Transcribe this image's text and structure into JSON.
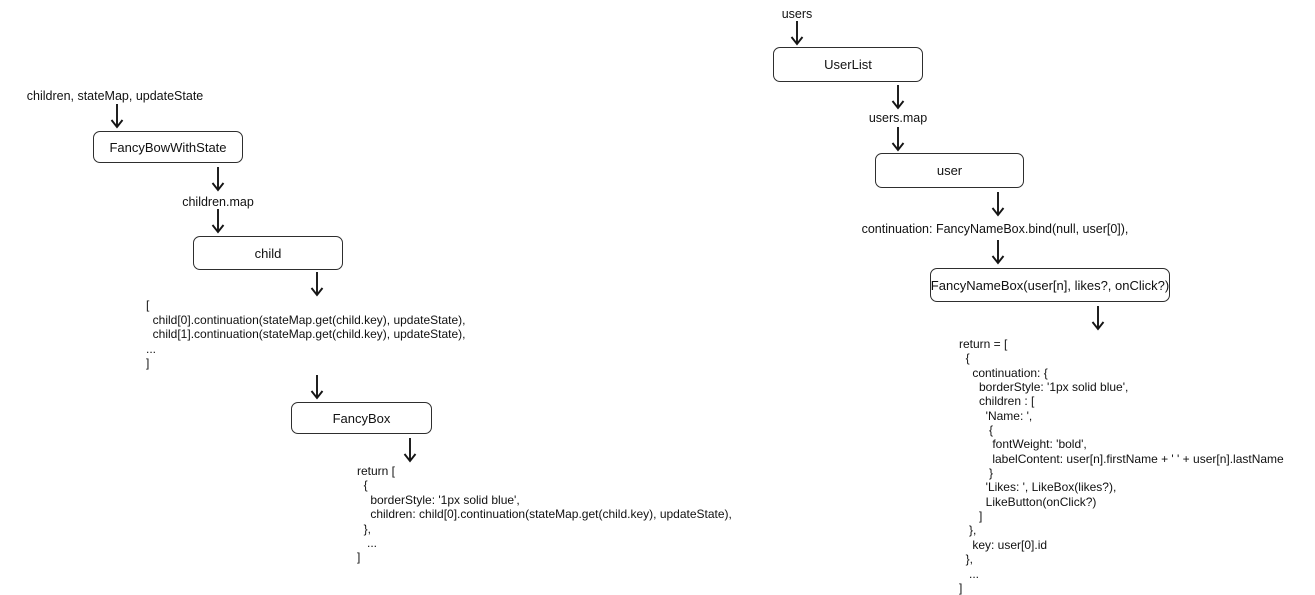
{
  "left_flow": {
    "input_label": "children, stateMap, updateState",
    "node_fancy_bow_with_state": "FancyBowWithState",
    "map_label": "children.map",
    "node_child": "child",
    "children_array_code": [
      "[",
      "  child[0].continuation(stateMap.get(child.key), updateState),",
      "  child[1].continuation(stateMap.get(child.key), updateState),",
      "...",
      "]"
    ],
    "node_fancy_box": "FancyBox",
    "return_code": [
      "return [",
      "  {",
      "    borderStyle: '1px solid blue',",
      "    children: child[0].continuation(stateMap.get(child.key), updateState),",
      "  },",
      "   ...",
      "]"
    ]
  },
  "right_flow": {
    "input_label": "users",
    "node_user_list": "UserList",
    "map_label": "users.map",
    "bind_label": "continuation: FancyNameBox.bind(null, user[0]),",
    "node_user": "user",
    "node_fancy_name_box": "FancyNameBox(user[n], likes?, onClick?)",
    "return_code": [
      "return = [",
      "  {",
      "    continuation: {",
      "      borderStyle: '1px solid blue',",
      "      children : [",
      "        'Name: ',",
      "         {",
      "          fontWeight: 'bold',",
      "          labelContent: user[n].firstName + ' ' + user[n].lastName",
      "         }",
      "        'Likes: ', LikeBox(likes?),",
      "        LikeButton(onClick?)",
      "      ]",
      "   },",
      "    key: user[0].id",
      "  },",
      "   ...",
      "]"
    ]
  },
  "colors": {
    "text": "#111111",
    "node_border": "#2e2e2e",
    "background": "#ffffff"
  }
}
